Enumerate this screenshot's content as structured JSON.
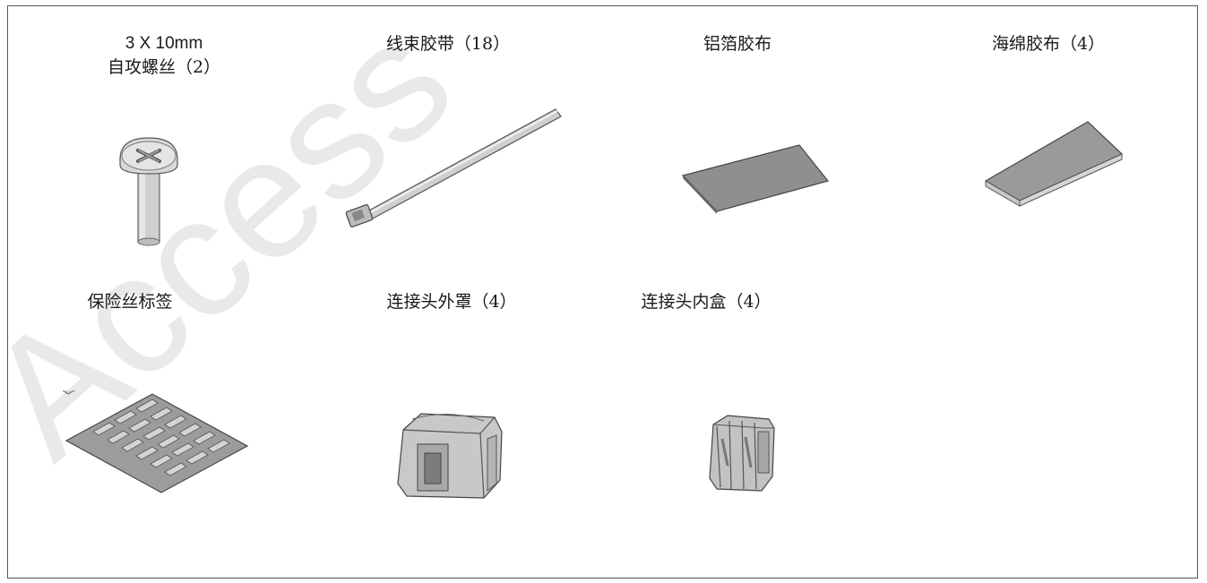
{
  "watermark": "Access",
  "items": [
    {
      "line1": "3 X 10mm",
      "line2": "自攻螺丝（2）",
      "icon": "screw-icon"
    },
    {
      "line1": "线束胶带（18）",
      "icon": "cable-tie-icon"
    },
    {
      "line1": "铝箔胶布",
      "icon": "aluminum-foil-tape-icon"
    },
    {
      "line1": "海绵胶布（4）",
      "icon": "sponge-tape-icon"
    },
    {
      "line1": "保险丝标签",
      "icon": "fuse-label-sheet-icon"
    },
    {
      "line1": "连接头外罩（4）",
      "icon": "connector-cover-icon"
    },
    {
      "line1": "连接头内盒（4）",
      "icon": "connector-inner-box-icon"
    }
  ]
}
